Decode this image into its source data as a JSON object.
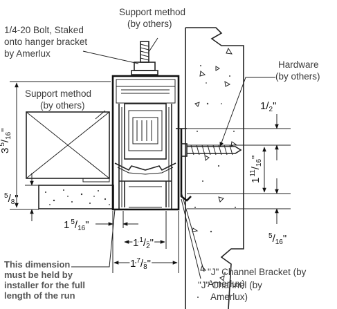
{
  "labels": {
    "support_top": [
      "Support method",
      "(by others)"
    ],
    "bolt": [
      "1/4-20 Bolt, Staked",
      "onto hanger bracket",
      "by Amerlux"
    ],
    "support_left": [
      "Support method",
      "(by others)"
    ],
    "hardware": [
      "Hardware",
      "(by others)"
    ],
    "j_bracket": [
      "\"J\" Channel Bracket (by",
      "Amerlux)"
    ],
    "j_channel": [
      "\"J\" Channel (by",
      "Amerlux)"
    ],
    "note": [
      "This dimension",
      "must be held by",
      "installer for the full",
      "length of the run"
    ]
  },
  "dimensions": {
    "height": {
      "whole": "3",
      "num": "5",
      "den": "16",
      "unit": "\""
    },
    "base": {
      "num": "5",
      "den": "8",
      "unit": "\""
    },
    "half": {
      "num": "1",
      "den": "2",
      "unit": "\""
    },
    "right_tall": {
      "whole": "1",
      "num": "11",
      "den": "16",
      "unit": "\""
    },
    "right_small": {
      "num": "5",
      "den": "16",
      "unit": "\""
    },
    "inner": {
      "whole": "1",
      "num": "5",
      "den": "16",
      "unit": "\""
    },
    "mid": {
      "whole": "1",
      "num": "1",
      "den": "2",
      "unit": "\""
    },
    "overall": {
      "whole": "1",
      "num": "7",
      "den": "8",
      "unit": "\""
    }
  },
  "colors": {
    "line": "#222222",
    "text": "#3a3a3a",
    "note": "#555555",
    "fill": "#ffffff"
  }
}
